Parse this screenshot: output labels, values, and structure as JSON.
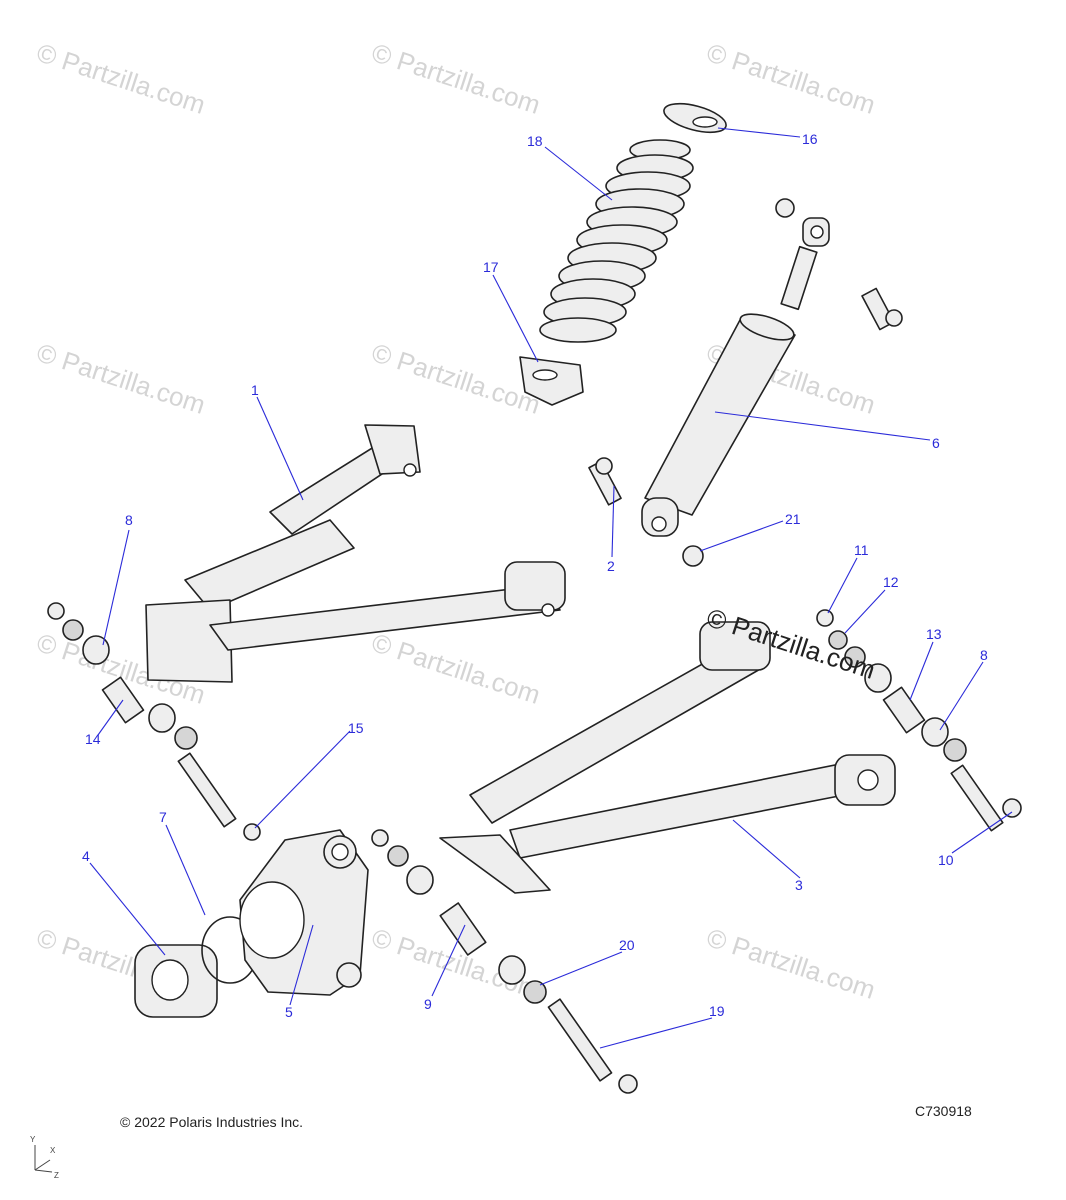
{
  "watermark": {
    "text": "© Partzilla.com",
    "featured_text": "© Partzilla.com"
  },
  "callouts": [
    "1",
    "2",
    "3",
    "4",
    "5",
    "6",
    "7",
    "8",
    "8",
    "9",
    "10",
    "11",
    "12",
    "13",
    "14",
    "15",
    "16",
    "17",
    "18",
    "19",
    "20",
    "21"
  ],
  "footer": {
    "copyright": "© 2022 Polaris Industries Inc.",
    "drawing_code": "C730918"
  },
  "axes": {
    "y": "Y",
    "x": "X",
    "z": "Z"
  }
}
